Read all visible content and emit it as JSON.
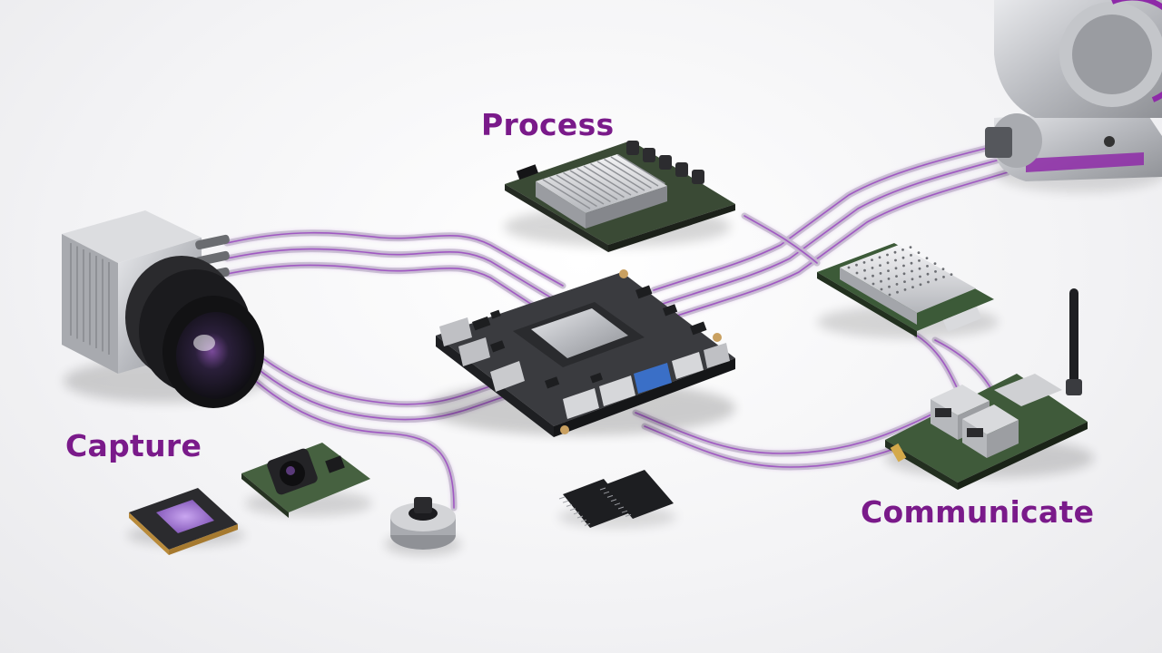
{
  "labels": {
    "process": "Process",
    "capture": "Capture",
    "communicate": "Communicate"
  },
  "colors": {
    "accent": "#7a1a8a",
    "cable_glow": "#b36ad6",
    "pcb_green": "#3d5a3a",
    "board_dark": "#2b2b2e",
    "metal": "#c9cacd"
  },
  "icons": {
    "camera": "industrial-camera-icon",
    "processor_board": "processor-board-icon",
    "main_board": "main-compute-board-icon",
    "robot_arm": "robot-arm-icon",
    "network_board": "network-board-icon",
    "image_sensor": "image-sensor-icon",
    "camera_module": "camera-module-icon",
    "lidar_sensor": "sensor-puck-icon",
    "memory_chips": "memory-chip-icon",
    "heatsink_module": "heatsink-module-icon"
  }
}
